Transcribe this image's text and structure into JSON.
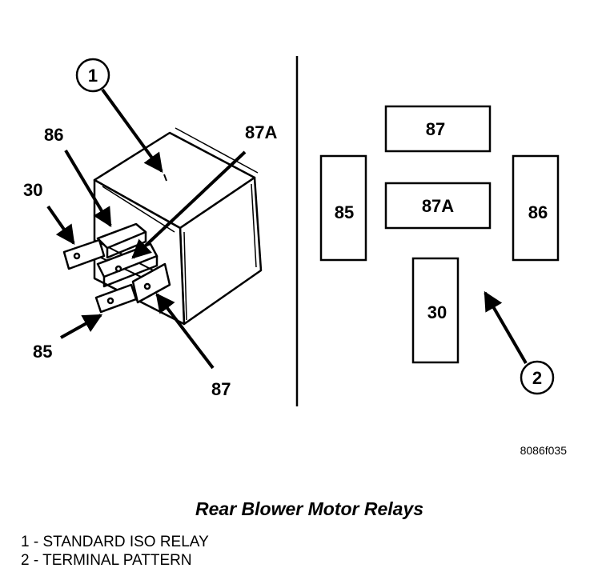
{
  "relay_labels": {
    "t86": "86",
    "t87a": "87A",
    "t30": "30",
    "t85": "85",
    "t87": "87"
  },
  "pattern_labels": {
    "p87": "87",
    "p85": "85",
    "p87a": "87A",
    "p86": "86",
    "p30": "30"
  },
  "callouts": {
    "c1": "1",
    "c2": "2"
  },
  "reference_code": "8086f035",
  "caption": "Rear Blower Motor Relays",
  "legend": [
    "1 - STANDARD ISO RELAY",
    "2 - TERMINAL PATTERN"
  ]
}
